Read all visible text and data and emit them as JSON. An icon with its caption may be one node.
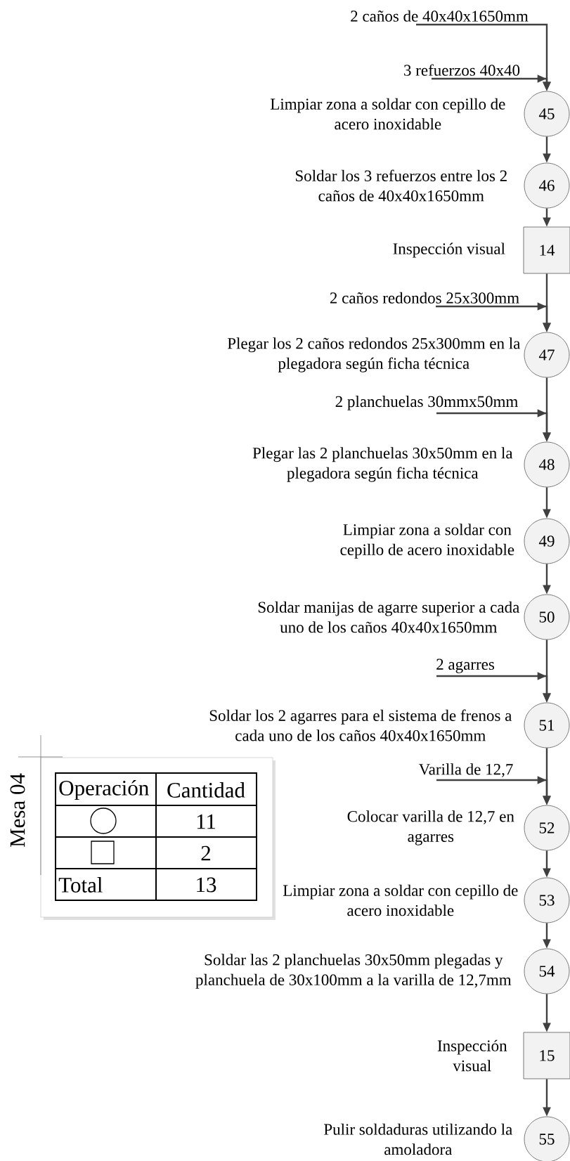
{
  "diagram": {
    "nodes": [
      {
        "text": [
          "2 caños de 40x40x1650mm"
        ]
      },
      {
        "text": [
          "3 refuerzos 40x40"
        ]
      },
      {
        "text": [
          "45"
        ],
        "beside": [
          "Limpiar zona a soldar con cepillo de acero inoxidable"
        ]
      },
      {
        "text": [
          "46"
        ],
        "beside": [
          "Soldar los 3 refuerzos  entre los 2 caños de 40x40x1650mm"
        ]
      },
      {
        "text": [
          "14"
        ],
        "beside": [
          "Inspección visual"
        ]
      },
      {
        "text": [
          "2 caños redondos 25x300mm"
        ]
      },
      {
        "text": [
          "47"
        ],
        "beside": [
          "Plegar los 2 caños redondos 25x300mm en la plegadora según ficha técnica"
        ]
      },
      {
        "text": [
          "2 planchuelas 30mmx50mm"
        ]
      },
      {
        "text": [
          "48"
        ],
        "beside": [
          "Plegar las 2 planchuelas 30x50mm en la plegadora según ficha técnica"
        ]
      },
      {
        "text": [
          "49"
        ],
        "beside": [
          "Limpiar zona a soldar con cepillo de acero inoxidable"
        ]
      },
      {
        "text": [
          "50"
        ],
        "beside": [
          "Soldar manijas de agarre superior a cada uno de los caños 40x40x1650mm"
        ]
      },
      {
        "text": [
          "2 agarres"
        ]
      },
      {
        "text": [
          "51"
        ],
        "beside": [
          "Soldar los 2 agarres para el sistema de frenos a cada uno de los caños 40x40x1650mm"
        ]
      },
      {
        "text": [
          "Varilla de 12,7"
        ]
      },
      {
        "text": [
          "52"
        ],
        "beside": [
          "Colocar varilla de 12,7 en agarres"
        ]
      },
      {
        "text": [
          "53"
        ],
        "beside": [
          "Limpiar zona a soldar con cepillo de acero inoxidable"
        ]
      },
      {
        "text": [
          "54"
        ],
        "beside": [
          "Soldar las 2 planchuelas 30x50mm plegadas y planchuela de 30x100mm a la varilla de 12,7mm"
        ]
      },
      {
        "text": [
          "15"
        ],
        "beside": [
          "Inspección visual"
        ]
      },
      {
        "text": [
          "55"
        ],
        "beside": [
          "Pulir soldaduras utilizando la amoladora"
        ]
      }
    ],
    "edges": [
      {
        "from": 0,
        "to": 2,
        "arrow": "to"
      },
      {
        "from": 1,
        "to": 2,
        "arrow": "to"
      },
      {
        "from": 2,
        "to": 3,
        "arrow": "to"
      },
      {
        "from": 3,
        "to": 4,
        "arrow": "to"
      },
      {
        "from": 4,
        "to": 6,
        "arrow": "to"
      },
      {
        "from": 5,
        "to": 6,
        "arrow": "to"
      },
      {
        "from": 6,
        "to": 8,
        "arrow": "to"
      },
      {
        "from": 7,
        "to": 8,
        "arrow": "to"
      },
      {
        "from": 8,
        "to": 9,
        "arrow": "to"
      },
      {
        "from": 9,
        "to": 10,
        "arrow": "to"
      },
      {
        "from": 10,
        "to": 12,
        "arrow": "to"
      },
      {
        "from": 11,
        "to": 12,
        "arrow": "to"
      },
      {
        "from": 12,
        "to": 14,
        "arrow": "to"
      },
      {
        "from": 13,
        "to": 14,
        "arrow": "to"
      },
      {
        "from": 14,
        "to": 15,
        "arrow": "to"
      },
      {
        "from": 15,
        "to": 16,
        "arrow": "to"
      },
      {
        "from": 16,
        "to": 17,
        "arrow": "to"
      },
      {
        "from": 17,
        "to": 18,
        "arrow": "to"
      }
    ],
    "labels": [
      "Mesa 04",
      "Operación",
      "Cantidad",
      "11",
      "2",
      "Total",
      "13"
    ]
  }
}
